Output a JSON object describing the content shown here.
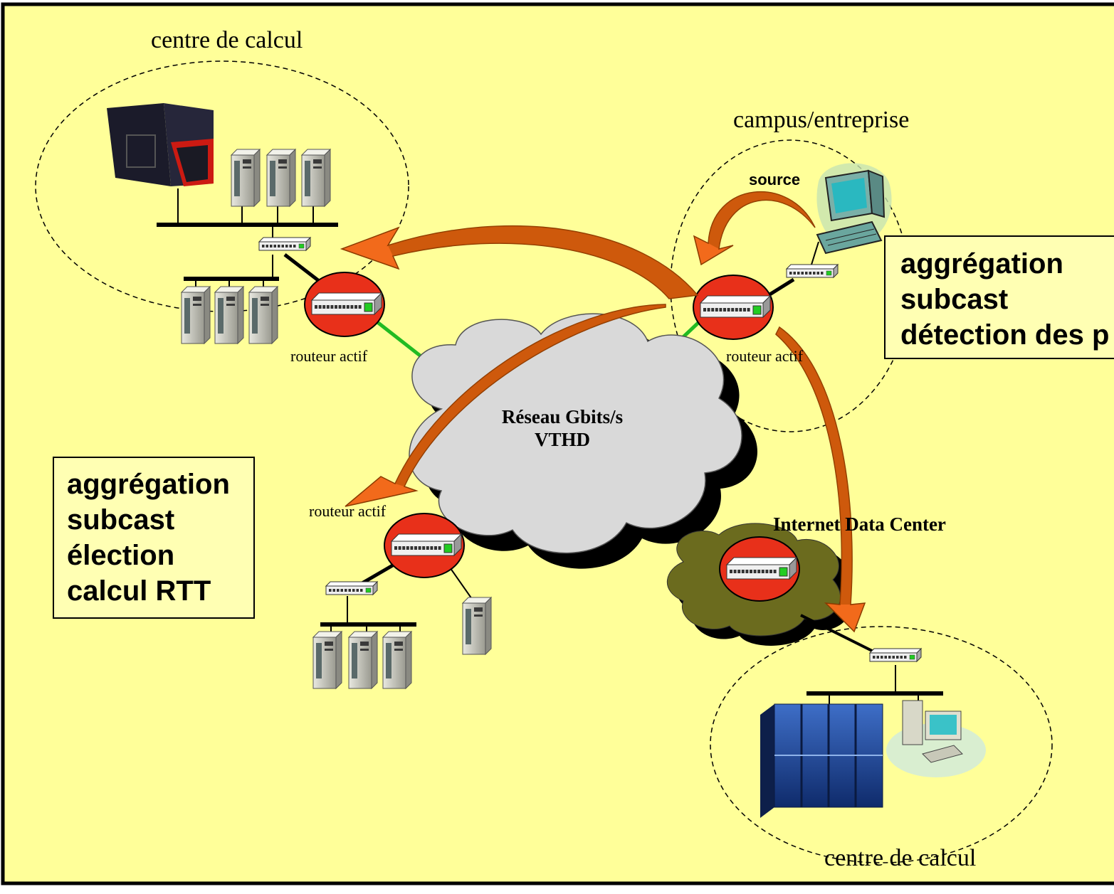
{
  "zones": {
    "top_left_title": "centre de calcul",
    "top_right_title": "campus/entreprise",
    "bottom_right_title": "centre de calcul"
  },
  "routers": {
    "top_left_label": "routeur actif",
    "top_right_label": "routeur actif",
    "bottom_label": "routeur actif"
  },
  "network": {
    "line1": "Réseau Gbits/s",
    "line2": "VTHD",
    "idc_label": "Internet Data Center"
  },
  "source_label": "source",
  "right_box": {
    "lines": [
      "aggrégation",
      "subcast",
      "détection des p"
    ]
  },
  "left_box": {
    "lines": [
      "aggrégation",
      "subcast",
      "élection",
      "calcul RTT"
    ]
  },
  "colors": {
    "background": "#ffff99",
    "router_red": "#e8301a",
    "arrow_orange": "#f26a1b",
    "arrow_dark": "#b04a00",
    "link_green": "#22bb22",
    "cloud_gray": "#d9d9d9",
    "idc_olive": "#6b6b1e"
  }
}
